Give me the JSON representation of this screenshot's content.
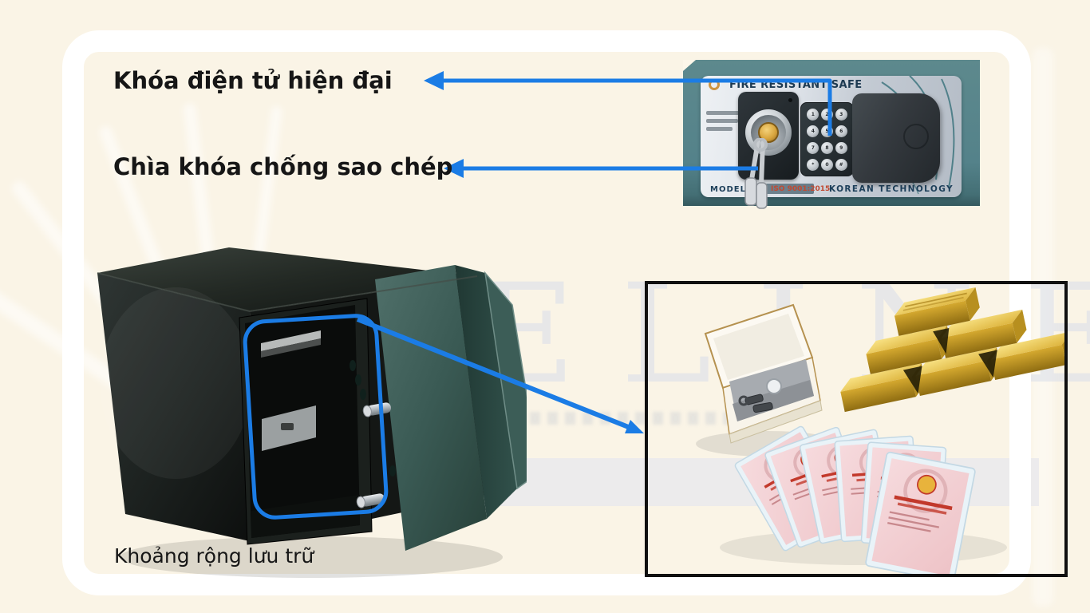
{
  "page": {
    "background": "#faf4e6",
    "frame_color": "#ffffff",
    "accent_blue": "#1b7ce5",
    "box_border": "#101010"
  },
  "watermark": {
    "text": "ELINE"
  },
  "annotations": {
    "electronic_lock_label": "Khóa điện tử hiện đại",
    "anti_copy_key_label": "Chìa khóa chống sao chép",
    "storage_label": "Khoảng rộng lưu trữ"
  },
  "lock_panel": {
    "title": "FIRE RESISTANT SAFE",
    "model_label": "MODEL",
    "certification": "ISO 9001:2015",
    "technology_label": "KOREAN TECHNOLOGY",
    "keypad_keys": [
      "1",
      "2",
      "3",
      "4",
      "5",
      "6",
      "7",
      "8",
      "9",
      "*",
      "0",
      "#"
    ]
  },
  "colors": {
    "safe_body": "#1c211e",
    "door_teal": "#3c5f59",
    "panel_teal": "#57858a",
    "gold": "#d9b23f",
    "certificate_pink": "#f2cdd0"
  }
}
